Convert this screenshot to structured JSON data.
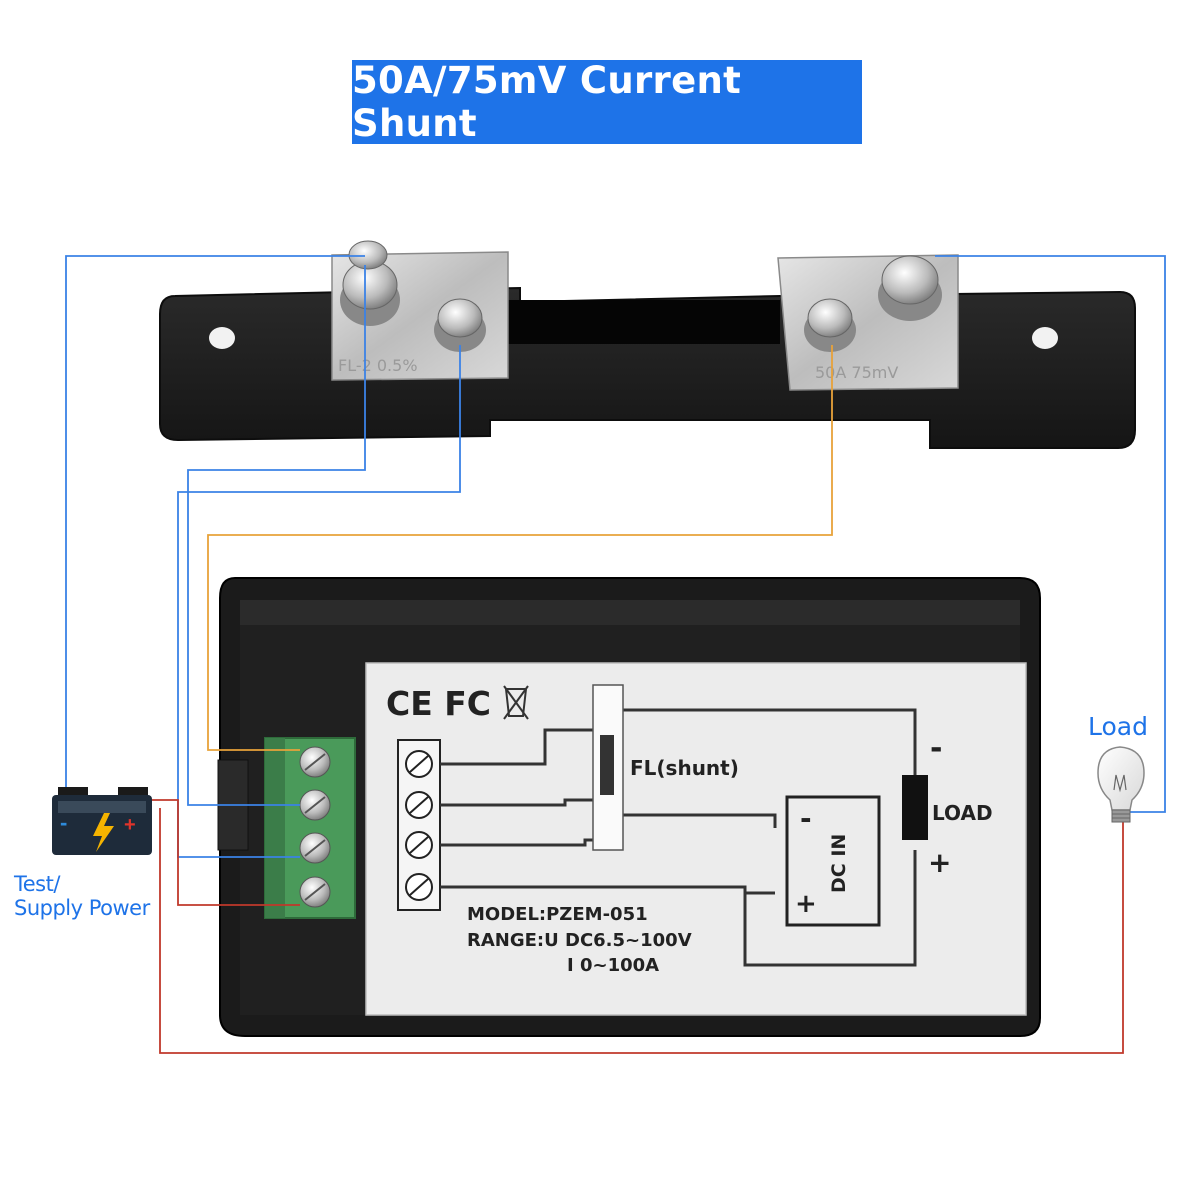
{
  "title": "50A/75mV Current Shunt",
  "labels": {
    "load": "Load",
    "test_line1": "Test/",
    "test_line2": "Supply Power"
  },
  "shunt": {
    "left_plate_text": "FL-2 0.5%",
    "right_plate_text": "50A 75mV"
  },
  "meter_label": {
    "certifications": "CE FC",
    "fl_shunt": "FL(shunt)",
    "load": "LOAD",
    "dc_in": "DC IN",
    "minus": "-",
    "plus": "+",
    "model": "MODEL:PZEM-051",
    "range_u": "RANGE:U DC6.5~100V",
    "range_i": "I 0~100A"
  },
  "colors": {
    "title_bg": "#1e73e8",
    "wire_blue": "#3b82e6",
    "wire_orange": "#e8a23a",
    "wire_red": "#c0392b",
    "terminal_green": "#4a9a5a"
  }
}
